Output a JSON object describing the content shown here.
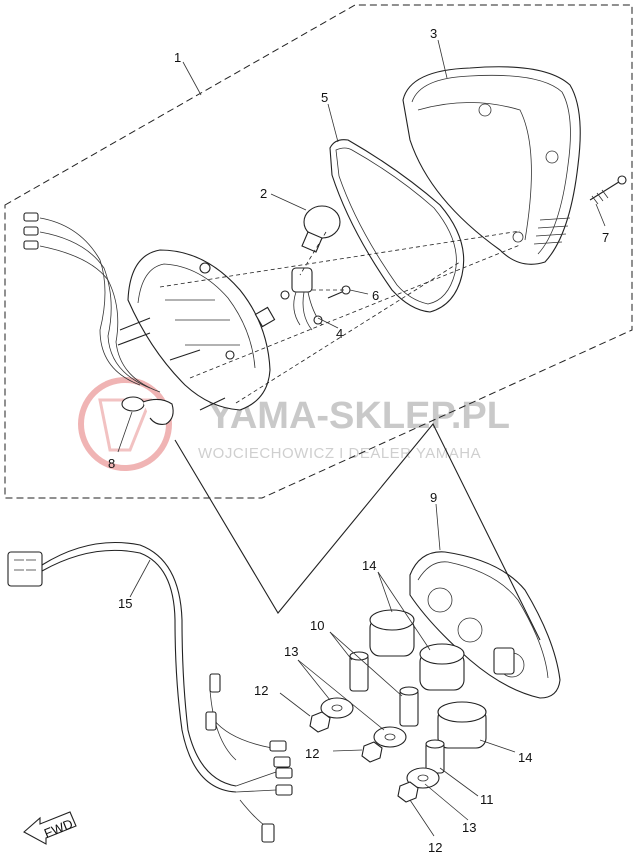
{
  "watermark": {
    "main": "YAMA-SKLEP.PL",
    "sub": "WOJCIECHOWICZ I DEALER YAMAHA"
  },
  "fwd_label": "FWD",
  "part_numbers": {
    "p1": "1",
    "p2": "2",
    "p3": "3",
    "p4": "4",
    "p5": "5",
    "p6": "6",
    "p7": "7",
    "p8": "8",
    "p9": "9",
    "p10": "10",
    "p11": "11",
    "p12a": "12",
    "p12b": "12",
    "p12c": "12",
    "p13a": "13",
    "p13b": "13",
    "p14a": "14",
    "p14b": "14",
    "p15": "15"
  },
  "colors": {
    "line": "#222222",
    "watermark_logo": "#e8a0a0",
    "watermark_text": "#c9c9c9"
  }
}
